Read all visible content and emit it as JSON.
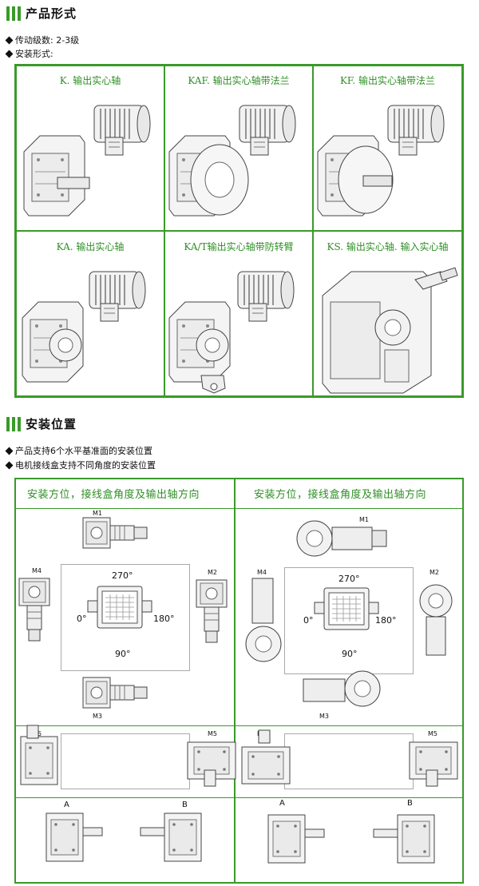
{
  "section1": {
    "title": "产品形式",
    "bullets": [
      "传动级数: 2-3级",
      "安装形式:"
    ]
  },
  "products": [
    {
      "label": "K. 输出实心轴",
      "icon": "gearmotor-solid-shaft-icon"
    },
    {
      "label": "KAF. 输出实心轴带法兰",
      "icon": "gearmotor-flange-icon"
    },
    {
      "label": "KF. 输出实心轴带法兰",
      "icon": "gearmotor-flange-shaft-icon"
    },
    {
      "label": "KA. 输出实心轴",
      "icon": "gearmotor-hollow-icon"
    },
    {
      "label": "KA/T输出实心轴带防转臂",
      "icon": "gearmotor-torque-arm-icon"
    },
    {
      "label": "KS. 输出实心轴. 输入实心轴",
      "icon": "reducer-solid-input-icon"
    }
  ],
  "section2": {
    "title": "安装位置",
    "bullets": [
      "产品支持6个水平基准面的安装位置",
      "电机接线盒支持不同角度的安装位置"
    ]
  },
  "mounting": {
    "heading_left": "安装方位，接线盒角度及输出轴方向",
    "heading_right": "安装方位，接线盒角度及输出轴方向",
    "positions": [
      "M1",
      "M2",
      "M3",
      "M4",
      "M5",
      "M6"
    ],
    "angles": [
      "270°",
      "0°",
      "180°",
      "90°"
    ],
    "shaft_sides": [
      "A",
      "B"
    ]
  }
}
